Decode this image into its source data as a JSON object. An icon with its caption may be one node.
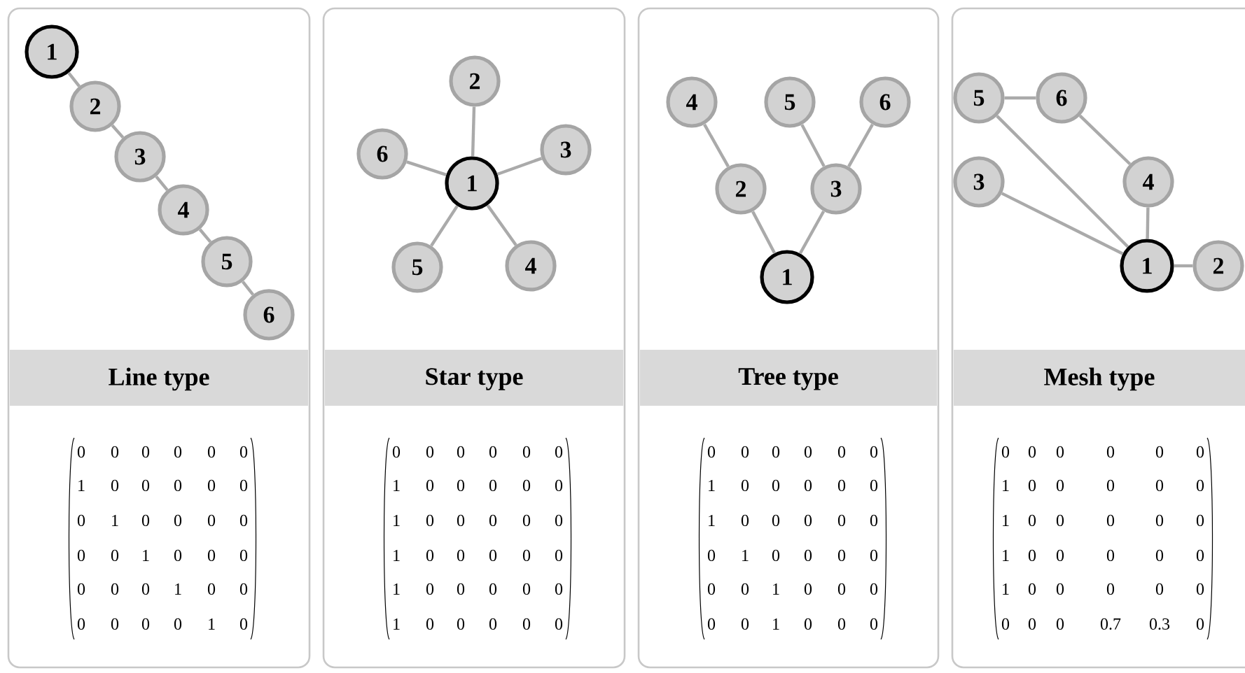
{
  "diagram": {
    "nodes": [
      {
        "text": [
          "1"
        ]
      },
      {
        "text": [
          "2"
        ]
      },
      {
        "text": [
          "3"
        ]
      },
      {
        "text": [
          "4"
        ]
      },
      {
        "text": [
          "5"
        ]
      },
      {
        "text": [
          "6"
        ]
      },
      {
        "text": [
          "Line type"
        ]
      },
      {
        "text": [
          "2"
        ]
      },
      {
        "text": [
          "6"
        ]
      },
      {
        "text": [
          "1"
        ]
      },
      {
        "text": [
          "3"
        ]
      },
      {
        "text": [
          "5"
        ]
      },
      {
        "text": [
          "4"
        ]
      },
      {
        "text": [
          "Star type"
        ]
      },
      {
        "text": [
          "4"
        ]
      },
      {
        "text": [
          "5"
        ]
      },
      {
        "text": [
          "6"
        ]
      },
      {
        "text": [
          "2"
        ]
      },
      {
        "text": [
          "3"
        ]
      },
      {
        "text": [
          "1"
        ]
      },
      {
        "text": [
          "Tree type"
        ]
      },
      {
        "text": [
          "5"
        ]
      },
      {
        "text": [
          "6"
        ]
      },
      {
        "text": [
          "3"
        ]
      },
      {
        "text": [
          "4"
        ]
      },
      {
        "text": [
          "1"
        ]
      },
      {
        "text": [
          "2"
        ]
      },
      {
        "text": [
          "Mesh type"
        ]
      }
    ],
    "edges": [
      {
        "from": 0,
        "to": 1,
        "arrow": "none"
      },
      {
        "from": 1,
        "to": 2,
        "arrow": "none"
      },
      {
        "from": 2,
        "to": 3,
        "arrow": "none"
      },
      {
        "from": 3,
        "to": 4,
        "arrow": "none"
      },
      {
        "from": 4,
        "to": 5,
        "arrow": "none"
      },
      {
        "from": 9,
        "to": 7,
        "arrow": "none"
      },
      {
        "from": 9,
        "to": 10,
        "arrow": "none"
      },
      {
        "from": 9,
        "to": 12,
        "arrow": "none"
      },
      {
        "from": 9,
        "to": 11,
        "arrow": "none"
      },
      {
        "from": 9,
        "to": 8,
        "arrow": "none"
      },
      {
        "from": 19,
        "to": 17,
        "arrow": "none"
      },
      {
        "from": 19,
        "to": 18,
        "arrow": "none"
      },
      {
        "from": 17,
        "to": 14,
        "arrow": "none"
      },
      {
        "from": 18,
        "to": 15,
        "arrow": "none"
      },
      {
        "from": 18,
        "to": 16,
        "arrow": "none"
      },
      {
        "from": 21,
        "to": 22,
        "arrow": "none"
      },
      {
        "from": 22,
        "to": 24,
        "arrow": "none"
      },
      {
        "from": 24,
        "to": 25,
        "arrow": "none"
      },
      {
        "from": 21,
        "to": 25,
        "arrow": "none"
      },
      {
        "from": 23,
        "to": 25,
        "arrow": "none"
      },
      {
        "from": 25,
        "to": 26,
        "arrow": "none"
      }
    ],
    "labels": [
      "0",
      "0",
      "0",
      "0",
      "0",
      "0",
      "1",
      "0",
      "0",
      "0",
      "0",
      "0",
      "0",
      "1",
      "0",
      "0",
      "0",
      "0",
      "0",
      "0",
      "1",
      "0",
      "0",
      "0",
      "0",
      "0",
      "0",
      "1",
      "0",
      "0",
      "0",
      "0",
      "0",
      "0",
      "1",
      "0",
      "0",
      "0",
      "0",
      "0",
      "0",
      "0",
      "1",
      "0",
      "0",
      "0",
      "0",
      "0",
      "1",
      "0",
      "0",
      "0",
      "0",
      "0",
      "1",
      "0",
      "0",
      "0",
      "0",
      "0",
      "1",
      "0",
      "0",
      "0",
      "0",
      "0",
      "1",
      "0",
      "0",
      "0",
      "0",
      "0",
      "0",
      "0",
      "0",
      "0",
      "0",
      "0",
      "1",
      "0",
      "0",
      "0",
      "0",
      "0",
      "1",
      "0",
      "0",
      "0",
      "0",
      "0",
      "0",
      "1",
      "0",
      "0",
      "0",
      "0",
      "0",
      "0",
      "1",
      "0",
      "0",
      "0",
      "0",
      "0",
      "1",
      "0",
      "0",
      "0",
      "0",
      "0",
      "0",
      "0",
      "0",
      "0",
      "1",
      "0",
      "0",
      "0",
      "0",
      "0",
      "1",
      "0",
      "0",
      "0",
      "0",
      "0",
      "1",
      "0",
      "0",
      "0",
      "0",
      "0",
      "1",
      "0",
      "0",
      "0",
      "0",
      "0",
      "0",
      "0",
      "0",
      "0.7",
      "0.3",
      "0"
    ]
  }
}
